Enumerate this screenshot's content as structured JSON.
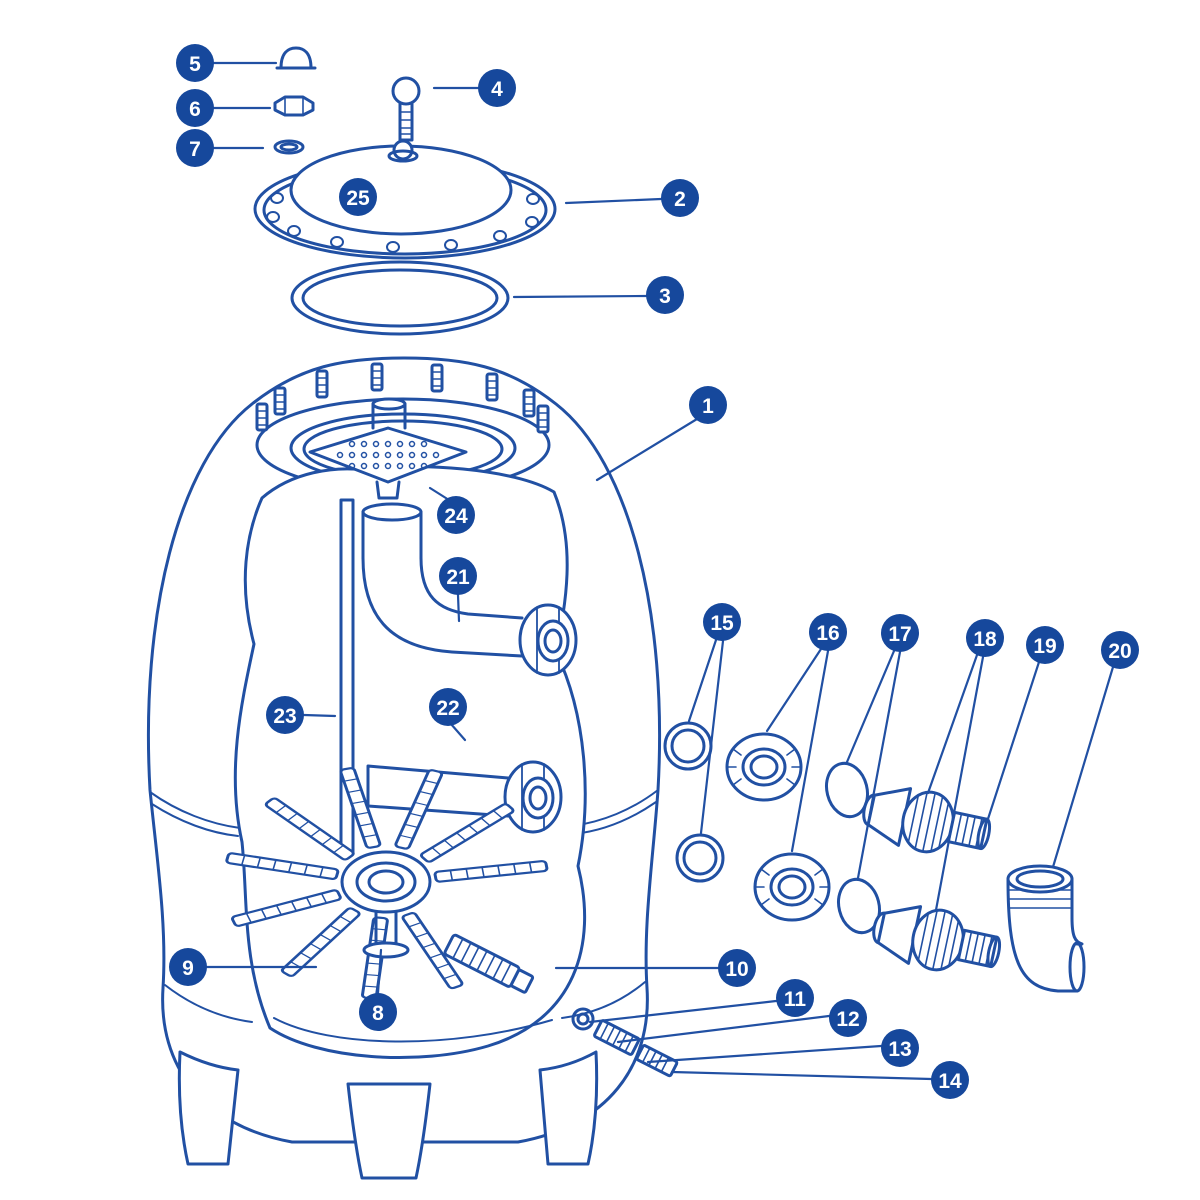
{
  "diagram": {
    "colors": {
      "line": "#2150a3",
      "badge_fill": "#16489c",
      "badge_text": "#ffffff",
      "background": "#ffffff"
    },
    "callouts": [
      "1",
      "2",
      "3",
      "4",
      "5",
      "6",
      "7",
      "8",
      "9",
      "10",
      "11",
      "12",
      "13",
      "14",
      "15",
      "16",
      "17",
      "18",
      "19",
      "20",
      "21",
      "22",
      "23",
      "24",
      "25"
    ]
  }
}
